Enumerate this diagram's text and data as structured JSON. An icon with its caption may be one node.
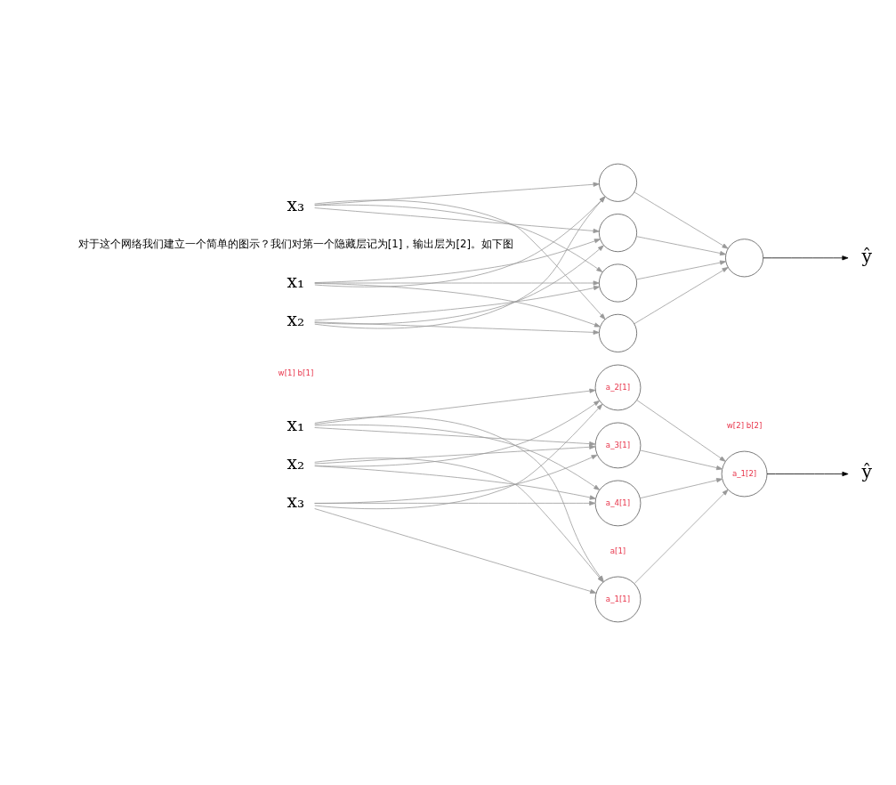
{
  "diagram": {
    "nodes": [
      {
        "text": [
          "x₁"
        ]
      },
      {
        "text": [
          "x₂"
        ]
      },
      {
        "text": [
          "x₃"
        ]
      },
      {
        "text": [],
        "shape": "circle"
      },
      {
        "text": [],
        "shape": "circle"
      },
      {
        "text": [],
        "shape": "circle"
      },
      {
        "text": [],
        "shape": "circle"
      },
      {
        "text": [],
        "shape": "circle"
      },
      {
        "text": [
          "ŷ"
        ]
      },
      {
        "text": [
          "x₁"
        ]
      },
      {
        "text": [
          "x₂"
        ]
      },
      {
        "text": [
          "x₃"
        ]
      },
      {
        "text": [
          "a_1[1]"
        ]
      },
      {
        "text": [
          "a_2[1]"
        ]
      },
      {
        "text": [
          "a_3[1]"
        ]
      },
      {
        "text": [
          "a_4[1]"
        ]
      },
      {
        "text": [
          "a_1[2]"
        ]
      },
      {
        "text": [
          "ŷ"
        ]
      }
    ],
    "edges": [
      {
        "from": 0,
        "to": 3,
        "arrow": "to"
      },
      {
        "from": 0,
        "to": 4,
        "arrow": "to"
      },
      {
        "from": 0,
        "to": 5,
        "arrow": "to"
      },
      {
        "from": 0,
        "to": 6,
        "arrow": "to"
      },
      {
        "from": 1,
        "to": 3,
        "arrow": "to"
      },
      {
        "from": 1,
        "to": 4,
        "arrow": "to"
      },
      {
        "from": 1,
        "to": 5,
        "arrow": "to"
      },
      {
        "from": 1,
        "to": 6,
        "arrow": "to"
      },
      {
        "from": 2,
        "to": 3,
        "arrow": "to"
      },
      {
        "from": 2,
        "to": 4,
        "arrow": "to"
      },
      {
        "from": 2,
        "to": 5,
        "arrow": "to"
      },
      {
        "from": 2,
        "to": 6,
        "arrow": "to"
      },
      {
        "from": 3,
        "to": 7,
        "arrow": "to"
      },
      {
        "from": 4,
        "to": 7,
        "arrow": "to"
      },
      {
        "from": 5,
        "to": 7,
        "arrow": "to"
      },
      {
        "from": 6,
        "to": 7,
        "arrow": "to"
      },
      {
        "from": 7,
        "to": 8,
        "arrow": "to",
        "color": "#000000"
      },
      {
        "from": 9,
        "to": 12,
        "arrow": "to"
      },
      {
        "from": 9,
        "to": 13,
        "arrow": "to"
      },
      {
        "from": 9,
        "to": 14,
        "arrow": "to"
      },
      {
        "from": 9,
        "to": 15,
        "arrow": "to"
      },
      {
        "from": 10,
        "to": 12,
        "arrow": "to"
      },
      {
        "from": 10,
        "to": 13,
        "arrow": "to"
      },
      {
        "from": 10,
        "to": 14,
        "arrow": "to"
      },
      {
        "from": 10,
        "to": 15,
        "arrow": "to"
      },
      {
        "from": 11,
        "to": 12,
        "arrow": "to"
      },
      {
        "from": 11,
        "to": 13,
        "arrow": "to"
      },
      {
        "from": 11,
        "to": 14,
        "arrow": "to"
      },
      {
        "from": 11,
        "to": 15,
        "arrow": "to"
      },
      {
        "from": 12,
        "to": 16,
        "arrow": "to"
      },
      {
        "from": 13,
        "to": 16,
        "arrow": "to"
      },
      {
        "from": 14,
        "to": 16,
        "arrow": "to"
      },
      {
        "from": 15,
        "to": 16,
        "arrow": "to"
      },
      {
        "from": 16,
        "to": 17,
        "arrow": "to",
        "color": "#000000"
      }
    ],
    "labels": [
      "对于这个网络我们建立一个简单的图示？我们对第一个隐藏层记为[1]，输出层为[2]。如下图",
      "a[1]",
      "w[1] b[1]",
      "w[2] b[2]"
    ]
  }
}
